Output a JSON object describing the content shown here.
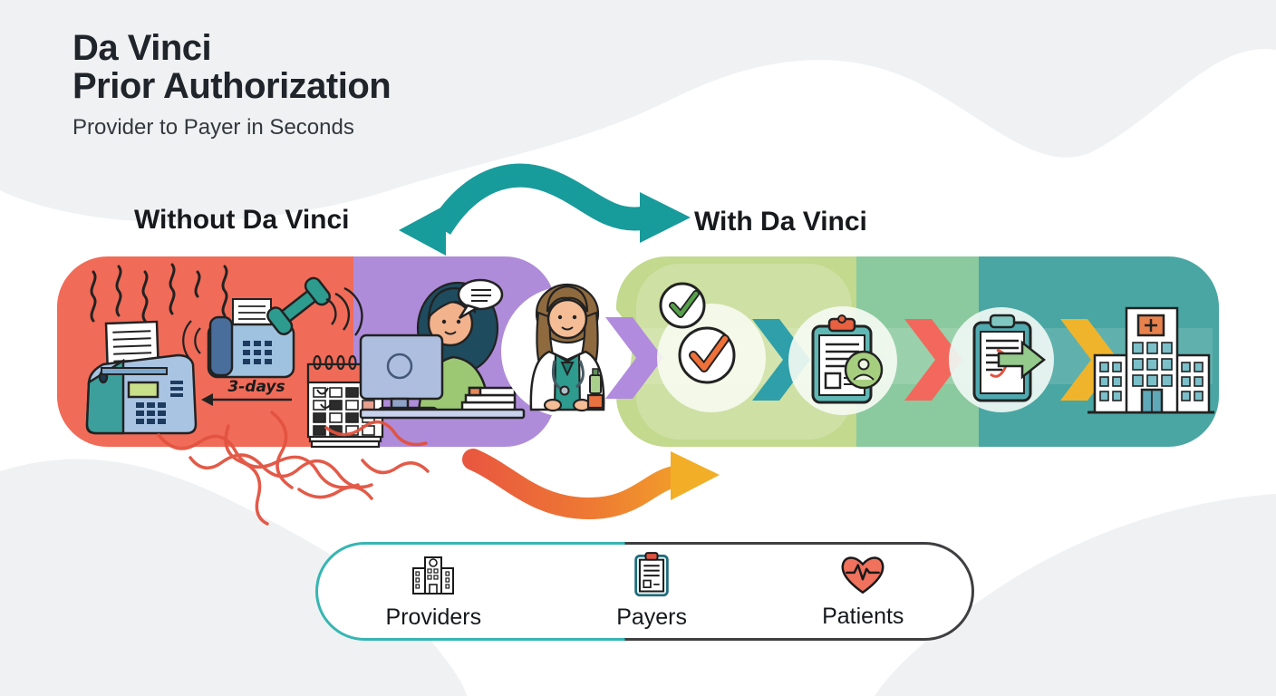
{
  "header": {
    "title_line1": "Da Vinci",
    "title_line2": "Prior Authorization",
    "subtitle": "Provider to Payer in Seconds"
  },
  "flow": {
    "without": {
      "label": "Without Da Vinci",
      "delay_label": "3-days",
      "icons": [
        "fax-machine-icon",
        "phone-icon",
        "phone-handset-icon",
        "calendar-icon",
        "admin-worker-at-computer",
        "stress-squiggles",
        "tangle-scribbles"
      ]
    },
    "with": {
      "label": "With Da Vinci",
      "steps": [
        "doctor-request",
        "approval-checkmarks",
        "payer-clipboard-review",
        "approval-sent-clipboard",
        "hospital-care"
      ]
    }
  },
  "arrows": {
    "top_exchange_arrow": "double-headed-teal-curve",
    "bottom_fast_arrow": "red-to-yellow-curve"
  },
  "legend": {
    "items": [
      {
        "id": "providers",
        "label": "Providers",
        "icon": "hospital-building-icon"
      },
      {
        "id": "payers",
        "label": "Payers",
        "icon": "clipboard-icon"
      },
      {
        "id": "patients",
        "label": "Patients",
        "icon": "heart-ecg-icon"
      }
    ]
  },
  "colors": {
    "ink": "#20242B",
    "panel_red": "#F06B58",
    "panel_purple": "#AF8CD9",
    "panel_light_green": "#C2D98E",
    "panel_mid_green": "#8BC99F",
    "panel_teal": "#49A6A3",
    "teal_arrow": "#189B9B",
    "chevron_purple": "#B18BDE",
    "chevron_teal": "#2F9FA9",
    "chevron_red": "#F2685C",
    "chevron_yellow": "#F0B42C",
    "gradient_arrow_start": "#E8573F",
    "gradient_arrow_end": "#F2AE26",
    "legend_border_teal": "#35B6B3",
    "legend_border_dark": "#3F3F42",
    "background_wave_gray": "#EFF1F3"
  }
}
